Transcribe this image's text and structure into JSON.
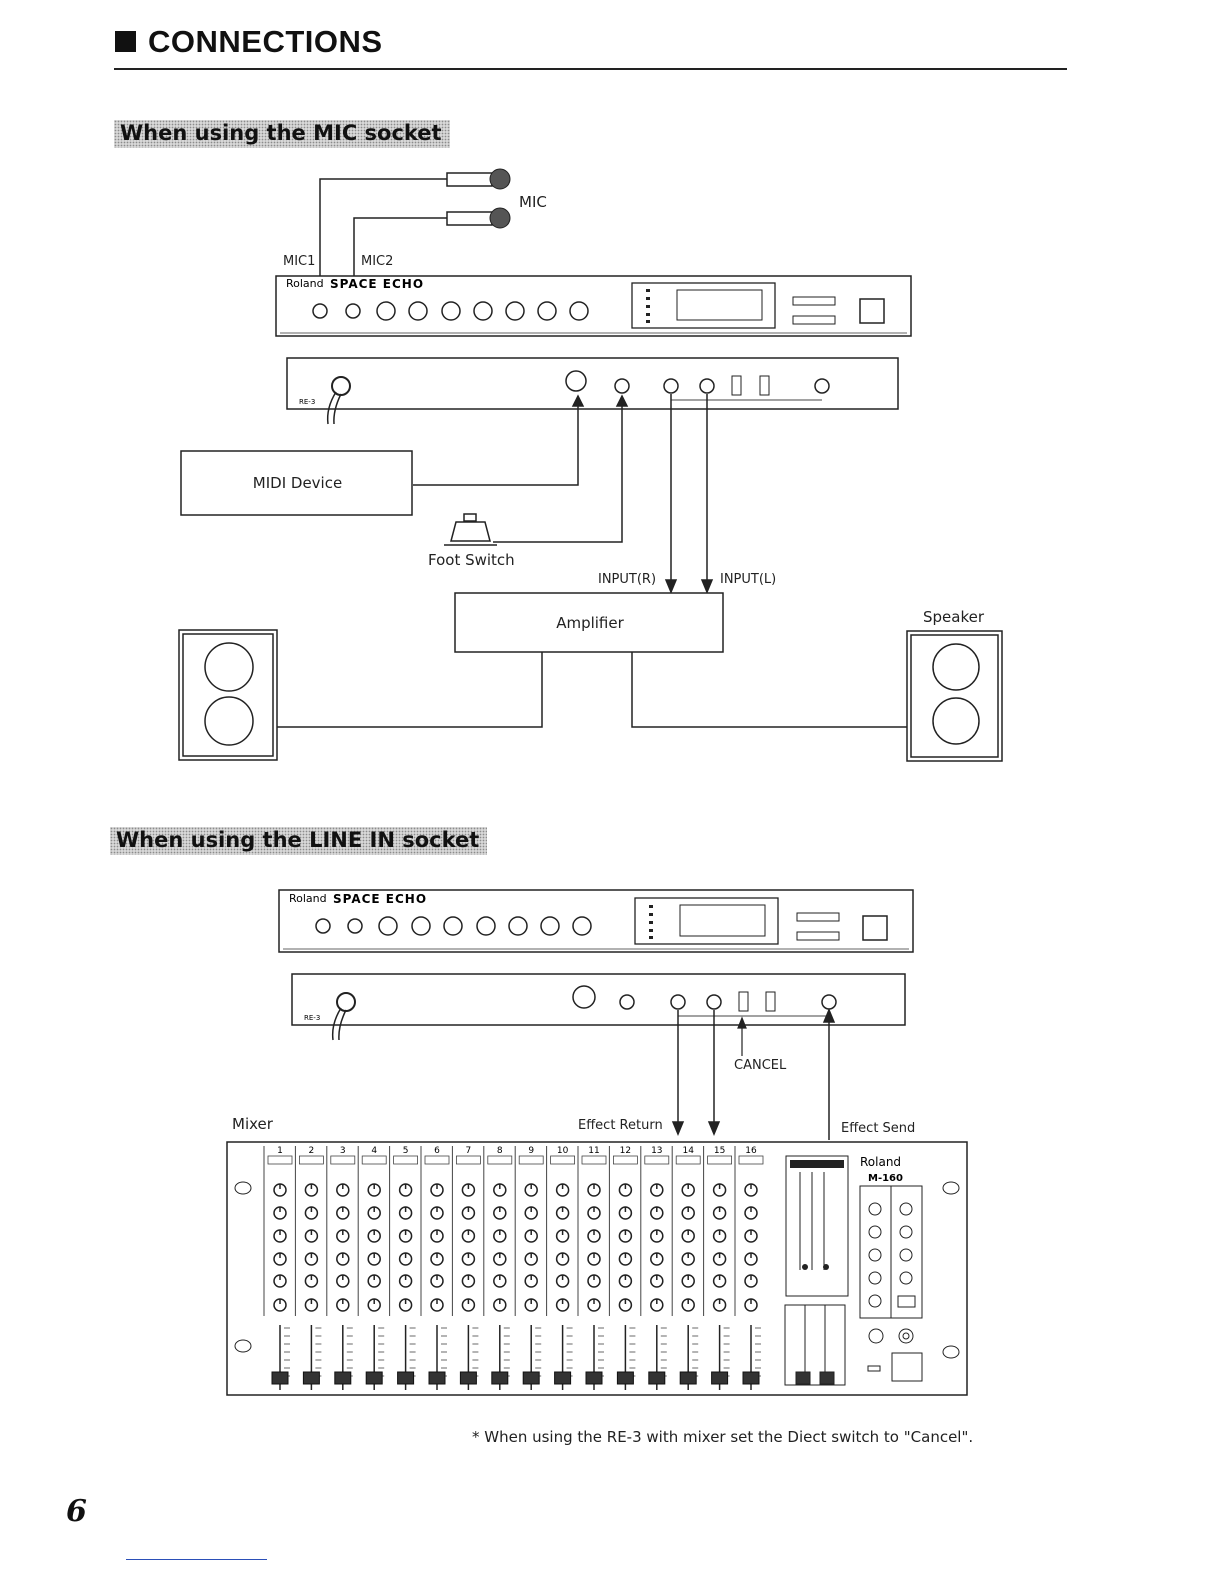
{
  "header": {
    "title": "CONNECTIONS",
    "page_number": "6"
  },
  "section_mic": {
    "title": "When using the MIC socket",
    "labels": {
      "mic": "MIC",
      "mic1": "MIC1",
      "mic2": "MIC2",
      "midi_device": "MIDI Device",
      "foot_switch": "Foot Switch",
      "input_r": "INPUT(R)",
      "input_l": "INPUT(L)",
      "amplifier": "Amplifier",
      "speaker": "Speaker"
    }
  },
  "section_line": {
    "title": "When using the LINE IN socket",
    "labels": {
      "cancel": "CANCEL",
      "mixer": "Mixer",
      "effect_return": "Effect Return",
      "effect_send": "Effect Send"
    }
  },
  "device": {
    "brand": "Roland",
    "model": "SPACE ECHO",
    "rear_model": "RE-3",
    "mixer_model": "M-160",
    "mixer_channels": [
      "1",
      "2",
      "3",
      "4",
      "5",
      "6",
      "7",
      "8",
      "9",
      "10",
      "11",
      "12",
      "13",
      "14",
      "15",
      "16"
    ]
  },
  "footnote": "* When using the RE-3 with mixer set the Diect switch to \"Cancel\"."
}
